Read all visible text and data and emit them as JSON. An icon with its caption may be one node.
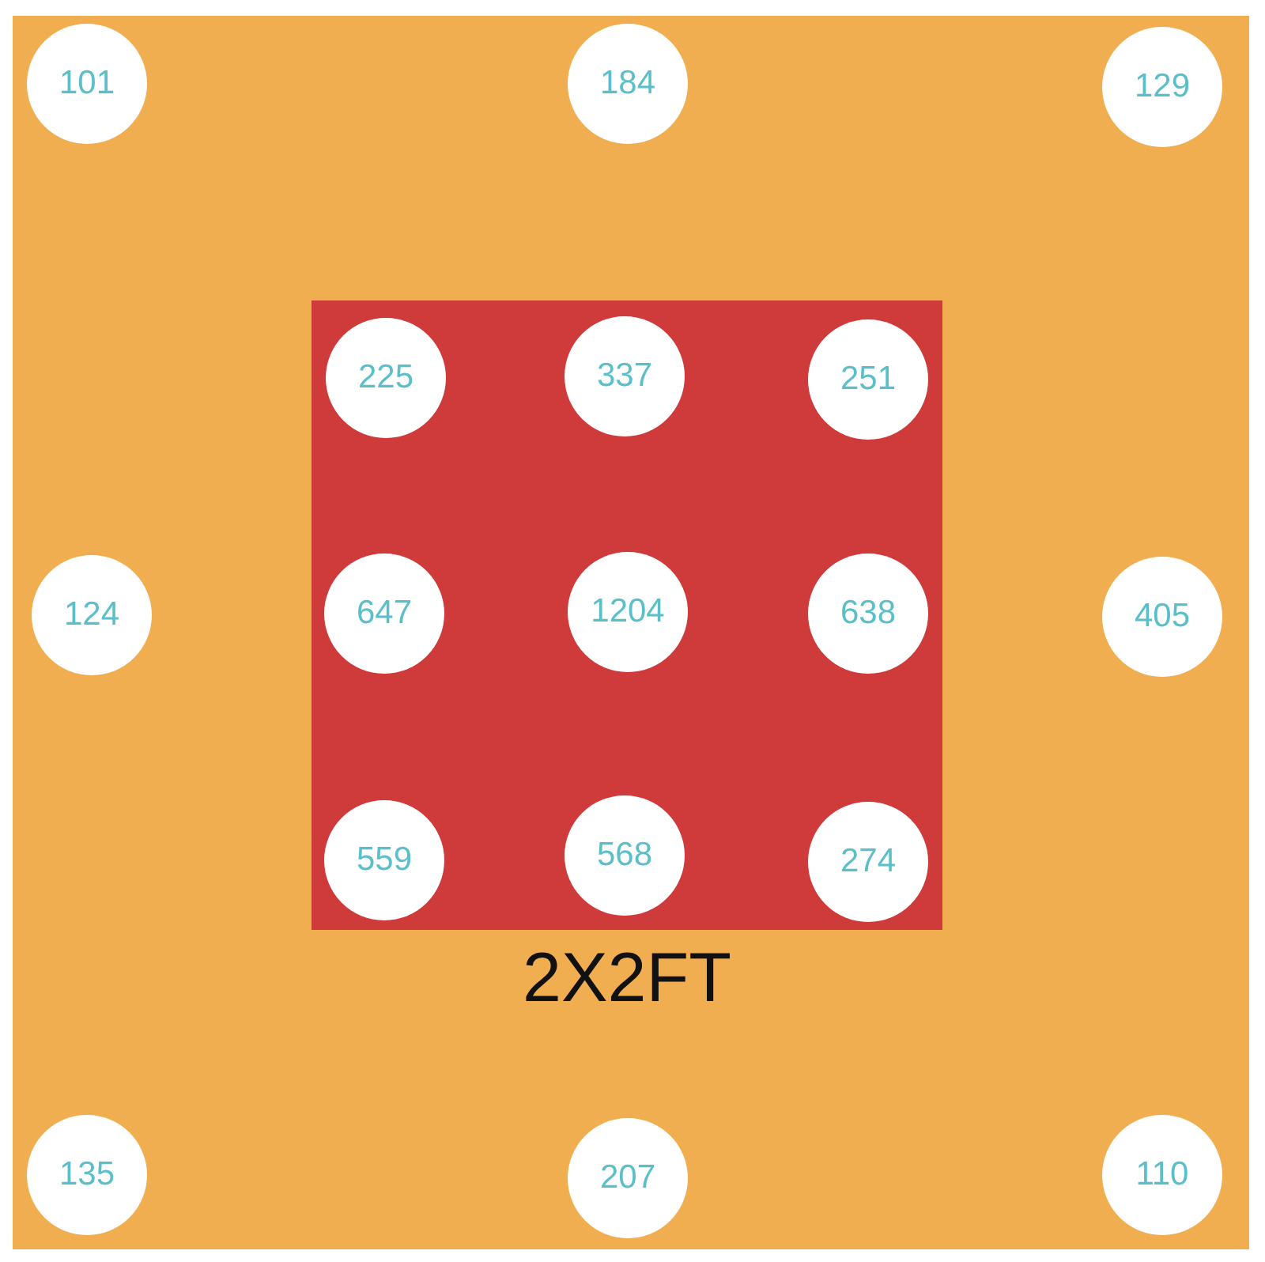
{
  "diagram": {
    "nodes": [
      {
        "text": [],
        "shape": "box"
      },
      {
        "text": [
          "101"
        ],
        "in": 0
      },
      {
        "text": [
          "184"
        ],
        "in": 0
      },
      {
        "text": [
          "129"
        ],
        "in": 0
      },
      {
        "text": [
          "2X2FT"
        ],
        "in": 0
      },
      {
        "text": [
          "225"
        ],
        "in": 4
      },
      {
        "text": [
          "337"
        ],
        "in": 4
      },
      {
        "text": [
          "251"
        ],
        "in": 4
      },
      {
        "text": [
          "124"
        ],
        "in": 0
      },
      {
        "text": [
          "647"
        ],
        "in": 4
      },
      {
        "text": [
          "1204"
        ],
        "in": 4
      },
      {
        "text": [
          "638"
        ],
        "in": 4
      },
      {
        "text": [
          "405"
        ],
        "in": 0
      },
      {
        "text": [
          "559"
        ],
        "in": 4
      },
      {
        "text": [
          "568"
        ],
        "in": 4
      },
      {
        "text": [
          "274"
        ],
        "in": 4
      },
      {
        "text": [
          "135"
        ],
        "in": 0
      },
      {
        "text": [
          "207"
        ],
        "in": 0
      },
      {
        "text": [
          "110"
        ],
        "in": 0
      }
    ]
  }
}
